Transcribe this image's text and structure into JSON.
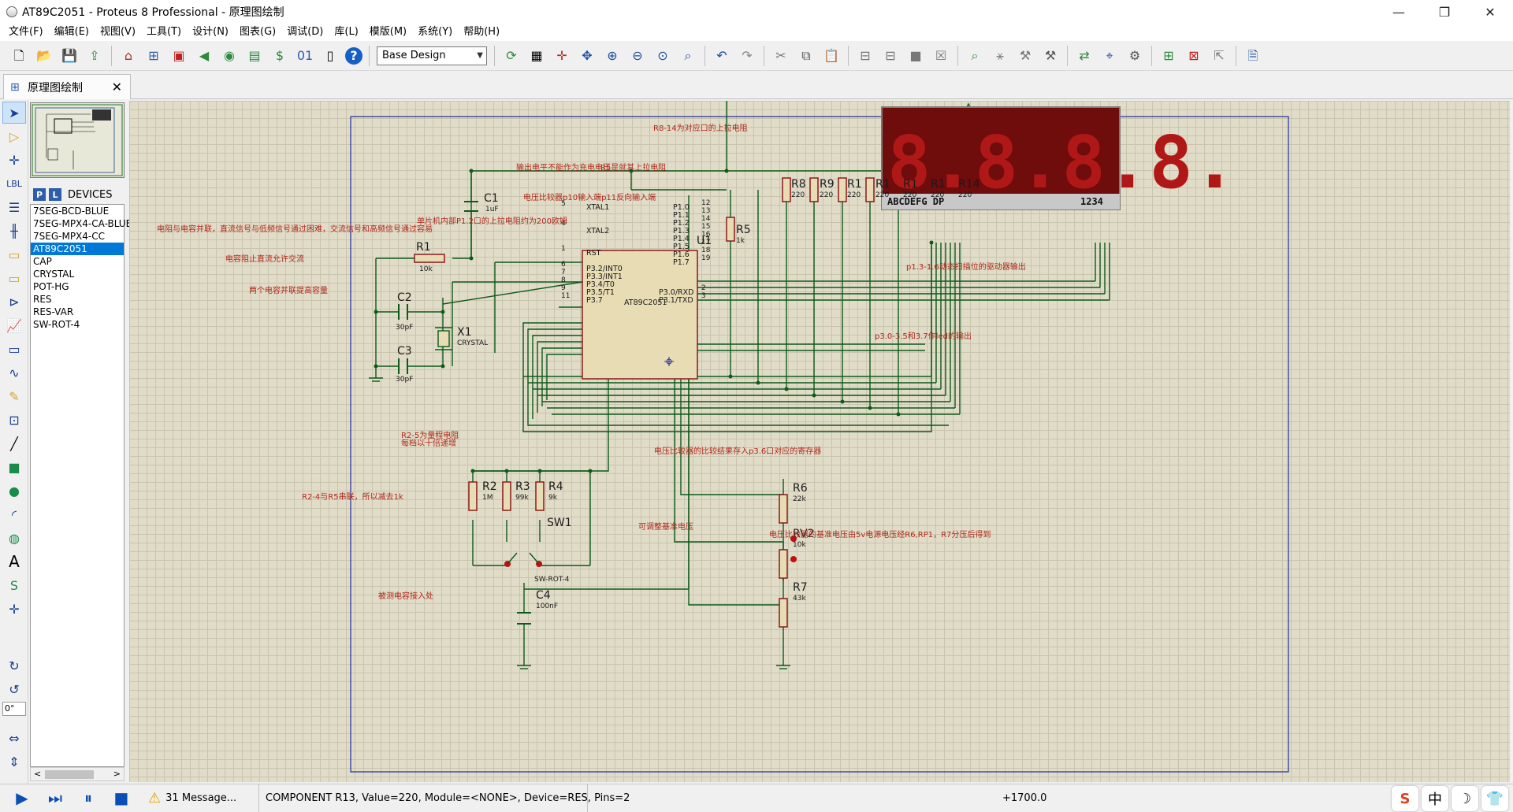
{
  "window": {
    "title": "AT89C2051 - Proteus 8 Professional - 原理图绘制",
    "controls": {
      "minimize": "—",
      "maximize": "❐",
      "close": "✕"
    }
  },
  "menu": [
    "文件(F)",
    "编辑(E)",
    "视图(V)",
    "工具(T)",
    "设计(N)",
    "图表(G)",
    "调试(D)",
    "库(L)",
    "模版(M)",
    "系统(Y)",
    "帮助(H)"
  ],
  "toolbar": {
    "design_select": "Base Design",
    "icons_left": [
      "new-icon",
      "open-icon",
      "save-icon",
      "import-icon",
      "home-icon",
      "schematic-icon",
      "pcb-icon",
      "3d-icon",
      "gerber-icon",
      "bom-icon",
      "cost-icon",
      "code-icon",
      "notes-icon",
      "help-icon"
    ],
    "icons_right": [
      "refresh-icon",
      "grid-icon",
      "origin-icon",
      "pan-icon",
      "zoom-in-icon",
      "zoom-out-icon",
      "zoom-all-icon",
      "zoom-area-icon",
      "undo-icon",
      "redo-icon",
      "cut-icon",
      "copy-icon",
      "paste-icon",
      "block-copy-icon",
      "block-move-icon",
      "block-rotate-icon",
      "block-delete-icon",
      "pick-device-icon",
      "make-device-icon",
      "packaging-icon",
      "decompose-icon",
      "wire-autorouter-icon",
      "search-icon",
      "property-assign-icon",
      "new-sheet-icon",
      "remove-sheet-icon",
      "exit-sheet-icon",
      "bom-report-icon"
    ]
  },
  "tab": {
    "label": "原理图绘制",
    "close": "✕"
  },
  "panel": {
    "p_label": "P",
    "l_label": "L",
    "title": "DEVICES",
    "devices": [
      "7SEG-BCD-BLUE",
      "7SEG-MPX4-CA-BLUE",
      "7SEG-MPX4-CC",
      "AT89C2051",
      "CAP",
      "CRYSTAL",
      "POT-HG",
      "RES",
      "RES-VAR",
      "SW-ROT-4"
    ],
    "selected": "AT89C2051",
    "rotation": "0°"
  },
  "schematic": {
    "components": {
      "C1": {
        "name": "C1",
        "value": "1uF"
      },
      "C2": {
        "name": "C2",
        "value": "30pF"
      },
      "C3": {
        "name": "C3",
        "value": "30pF"
      },
      "C4": {
        "name": "C4",
        "value": "100nF"
      },
      "R1": {
        "name": "R1",
        "value": "10k"
      },
      "R2": {
        "name": "R2",
        "value": "1M"
      },
      "R3": {
        "name": "R3",
        "value": "99k"
      },
      "R4": {
        "name": "R4",
        "value": "9k"
      },
      "R5": {
        "name": "R5",
        "value": "1k"
      },
      "R6": {
        "name": "R6",
        "value": "22k"
      },
      "R7": {
        "name": "R7",
        "value": "43k"
      },
      "R8": {
        "name": "R8",
        "value": "220"
      },
      "R9": {
        "name": "R9",
        "value": "220"
      },
      "R10": {
        "name": "R1",
        "value": "220"
      },
      "R11": {
        "name": "R1",
        "value": "220"
      },
      "R12": {
        "name": "R1",
        "value": "220"
      },
      "R13": {
        "name": "R1",
        "value": "220"
      },
      "R14": {
        "name": "R14",
        "value": "220"
      },
      "X1": {
        "name": "X1",
        "value": "CRYSTAL"
      },
      "RV2": {
        "name": "RV2",
        "value": "10k"
      },
      "SW1": {
        "name": "SW1",
        "value": "SW-ROT-4"
      },
      "U1": {
        "name": "U1",
        "value": "AT89C2051"
      }
    },
    "u1_pins_left": [
      {
        "num": "5",
        "name": "XTAL1"
      },
      {
        "num": "4",
        "name": "XTAL2"
      },
      {
        "num": "1",
        "name": "RST"
      },
      {
        "num": "6",
        "name": "P3.2/INT0"
      },
      {
        "num": "7",
        "name": "P3.3/INT1"
      },
      {
        "num": "8",
        "name": "P3.4/T0"
      },
      {
        "num": "9",
        "name": "P3.5/T1"
      },
      {
        "num": "11",
        "name": "P3.7"
      }
    ],
    "u1_pins_right": [
      {
        "num": "12",
        "name": "P1.0"
      },
      {
        "num": "13",
        "name": "P1.1"
      },
      {
        "num": "14",
        "name": "P1.2"
      },
      {
        "num": "15",
        "name": "P1.3"
      },
      {
        "num": "16",
        "name": "P1.4"
      },
      {
        "num": "17",
        "name": "P1.5"
      },
      {
        "num": "18",
        "name": "P1.6"
      },
      {
        "num": "19",
        "name": "P1.7"
      },
      {
        "num": "2",
        "name": "P3.0/RXD"
      },
      {
        "num": "3",
        "name": "P3.1/TXD"
      }
    ],
    "display": {
      "digits": "8.8.8.8.",
      "seg_labels": "ABCDEFG DP",
      "digit_labels": "1234"
    },
    "notes": {
      "pullup": "R8-14为对应口的上拉电阻",
      "output": "输出电平不能作为充电电压",
      "r5": "R5是就其上拉电阻",
      "comparator": "电压比较器p10输入端p11反向输入端",
      "p12": "单片机内部P1.2口的上拉电阻约为200欧姆",
      "rc": "电阻与电容并联，直流信号与低频信号通过困难，交流信号和高频信号通过容易",
      "c2": "电容阻止直流允许交流",
      "c3": "两个电容并联提高容量",
      "p13": "p1.3-1.6动态扫描位的驱动器输出",
      "p30": "p3.0-3.5和3.7作led的输出",
      "r25": "R2-5为量程电阻",
      "r25b": "每档以十倍递增",
      "r24": "R2-4与R5串联，所以减去1k",
      "cmp_result": "电压比较器的比较结果存入p3.6口对应的寄存器",
      "ref": "可调整基准电压",
      "ref_src": "电压比较器的基准电压由5v电源电压经R6,RP1，R7分压后得到",
      "c4": "被测电容接入处"
    }
  },
  "status": {
    "messages": "31 Message...",
    "info": "COMPONENT R13, Value=220, Module=<NONE>, Device=RES, Pins=2",
    "coord": "+1700.0",
    "ime": [
      "S",
      "中",
      "☽",
      "👕"
    ]
  }
}
